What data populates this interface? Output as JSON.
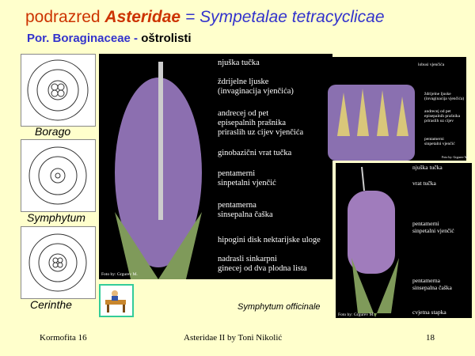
{
  "title": {
    "prefix": "podrazred ",
    "taxon": "Asteridae",
    "eq": " = ",
    "synonym": "Sympetalae tetracyclicae"
  },
  "subtitle": {
    "family": "Por. Boraginaceae - ",
    "common": "oštrolisti"
  },
  "diagrams": [
    {
      "label": "Borago"
    },
    {
      "label": "Symphytum"
    },
    {
      "label": "Cerinthe"
    }
  ],
  "main_photo": {
    "credit": "Foto by: Grgurev M.",
    "labels": [
      "njuška tučka",
      "ždrijelne ljuske",
      "(invaginacija vjenčića)",
      "andrecej od pet",
      "episepalnih prašnika",
      "priraslih uz cijev vjenčića",
      "ginobazični vrat tučka",
      "pentamerni",
      "sinpetalni vjenčić",
      "pentamerna",
      "sinsepalna čaška",
      "hipogini disk nektarijske uloge",
      "nadrasli sinkarpni",
      "ginecej od dva plodna lista"
    ]
  },
  "top_photo": {
    "credit": "Foto by: Grgurev M.",
    "labels": [
      "lobusi vjenčića",
      "ždrijelne ljuske",
      "(invaginacija vjenčića)",
      "andrecej od pet",
      "episepalnih prašnika",
      "priraslih uz cijev",
      "pentamerni",
      "sinpetalni vjenčić"
    ]
  },
  "bottom_photo": {
    "credit": "Foto by: Grgurev M.",
    "labels": [
      "njuška tučka",
      "vrat tučka",
      "pentamerni",
      "sinpetalni vjenčić",
      "pentamerna",
      "sinsepalna čaška",
      "cvjetna stapka"
    ]
  },
  "species": "Symphytum officinale",
  "footer": {
    "left": "Kormofita 16",
    "center": "Asteridae II by Toni Nikolić",
    "page": "18"
  }
}
